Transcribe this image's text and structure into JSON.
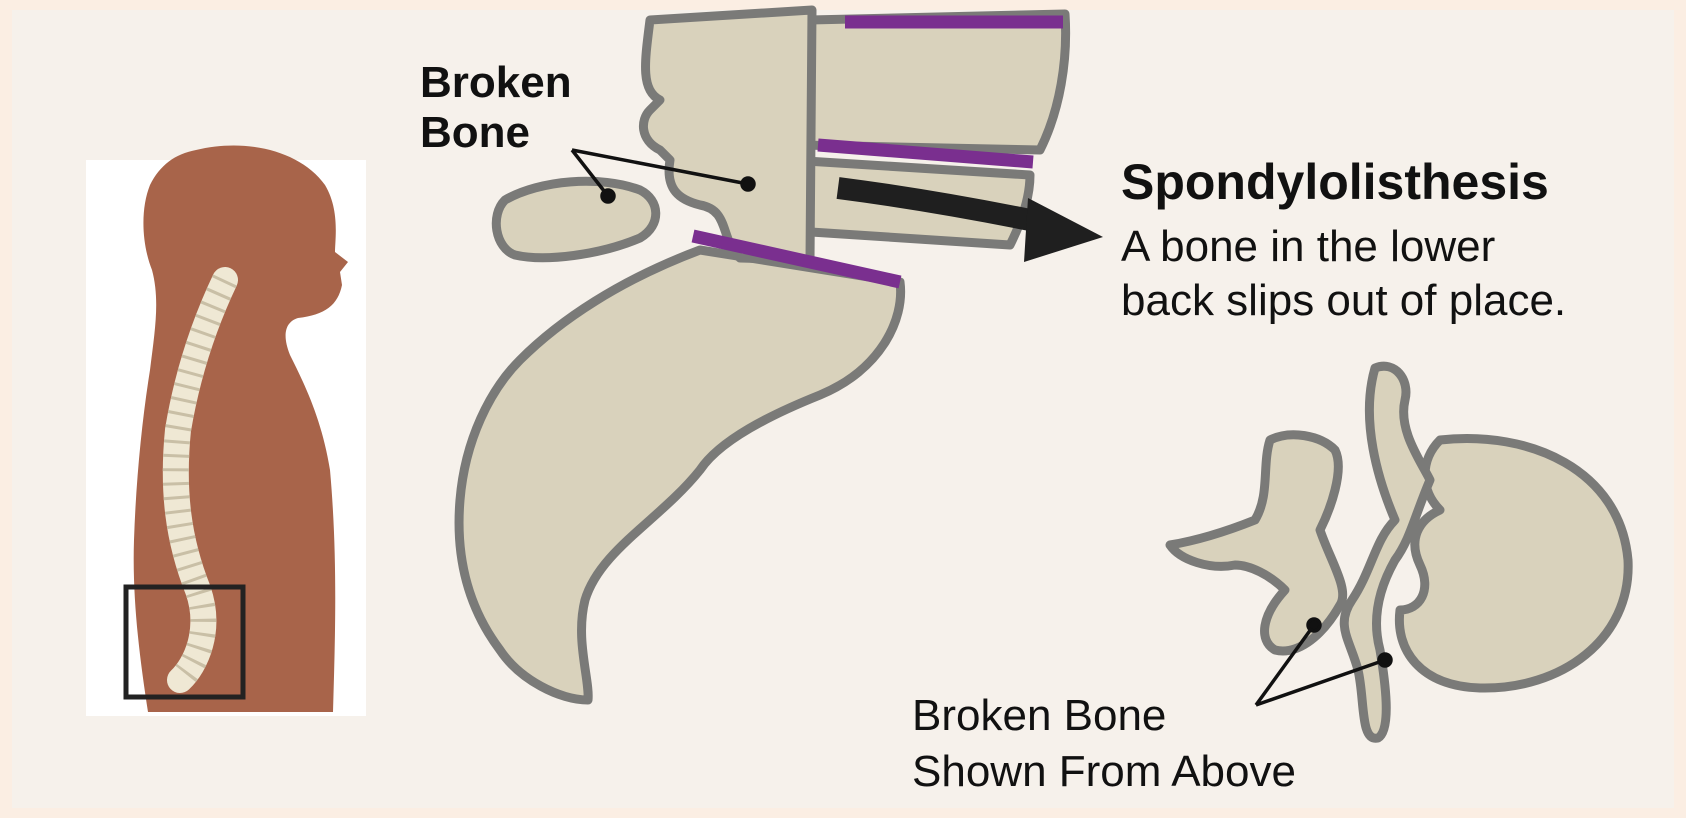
{
  "labels": {
    "broken_bone_top": [
      "Broken",
      "Bone"
    ],
    "title": "Spondylolisthesis",
    "description": [
      "A bone in the lower",
      "back slips out of place."
    ],
    "broken_bone_above": [
      "Broken Bone",
      "Shown From Above"
    ]
  },
  "colors": {
    "background": "#f6f1eb",
    "body_silhouette": "#a8644a",
    "bone_fill": "#d9d2bc",
    "bone_outline": "#7a7a78",
    "disc": "#7a2f8f",
    "arrow": "#1f1f1f",
    "highlight_box": "#222222"
  },
  "icons": [
    "body-silhouette",
    "spine",
    "highlight-box",
    "vertebra-side",
    "vertebra-top",
    "slip-arrow"
  ]
}
